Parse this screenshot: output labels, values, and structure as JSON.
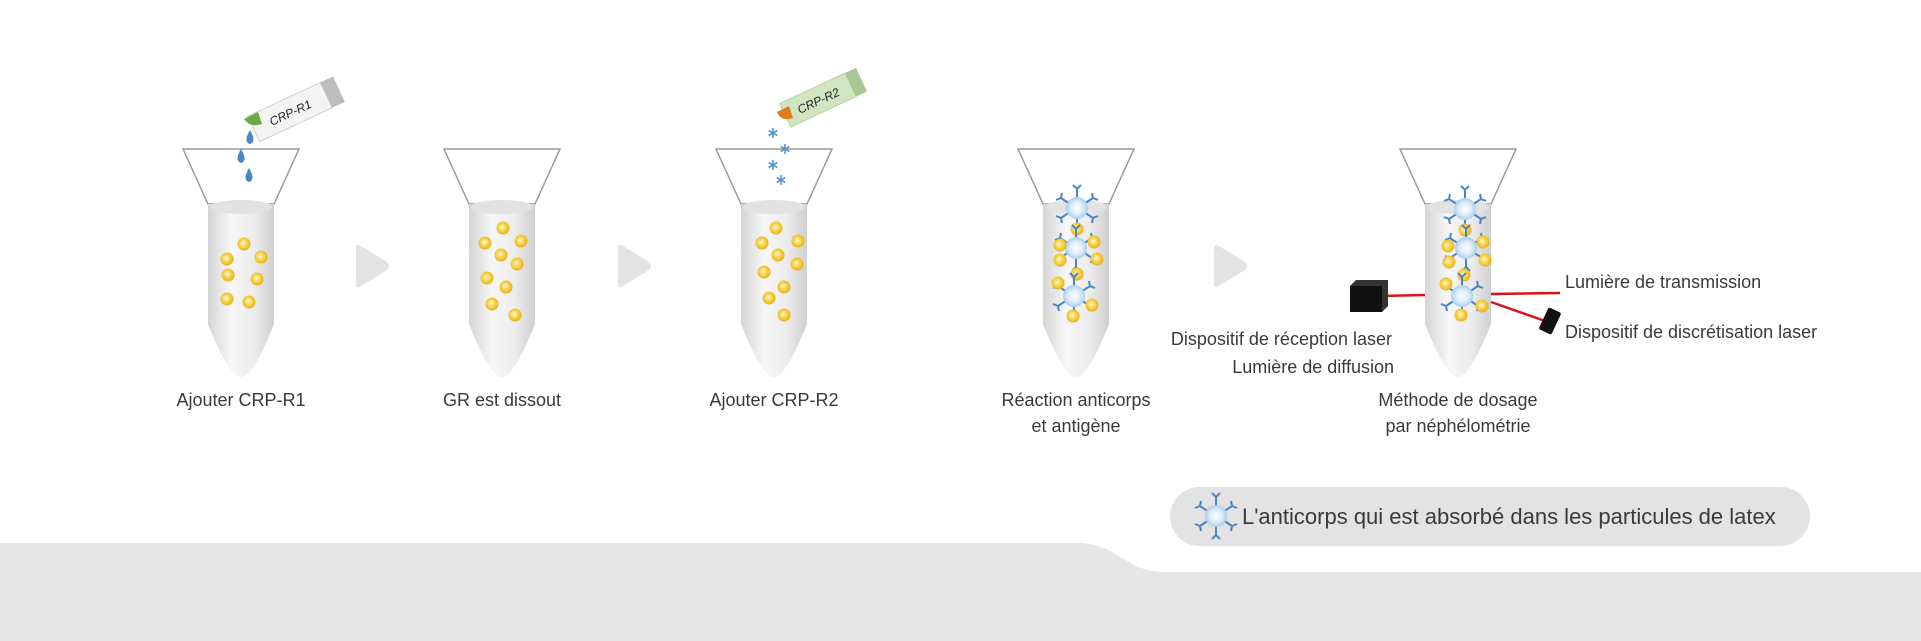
{
  "steps": [
    {
      "label_lines": [
        "Ajouter CRP-R1"
      ],
      "reagent": "CRP-R1"
    },
    {
      "label_lines": [
        "GR est dissout"
      ]
    },
    {
      "label_lines": [
        "Ajouter CRP-R2"
      ],
      "reagent": "CRP-R2"
    },
    {
      "label_lines": [
        "Réaction anticorps",
        "et antigène"
      ]
    },
    {
      "label_lines": [
        "Méthode de dosage",
        "par néphélométrie"
      ]
    }
  ],
  "nephelometry": {
    "transmission": "Lumière de transmission",
    "discretisation_device": "Dispositif de discrétisation laser",
    "reception_device": "Dispositif de réception laser",
    "diffusion": "Lumière de diffusion"
  },
  "legend": {
    "icon": "antibody-latex-icon",
    "text": "L'anticorps qui est absorbé dans les particules de latex"
  },
  "colors": {
    "particle": "#f5c230",
    "drop": "#4a86c5",
    "laser": "#d9141b",
    "arrow": "#e3e3e3",
    "band": "#e6e6e6",
    "reagent1_cap": "#6aaa45",
    "reagent2_cap": "#e27a1a",
    "reagent2_body": "#cfe6c0"
  }
}
